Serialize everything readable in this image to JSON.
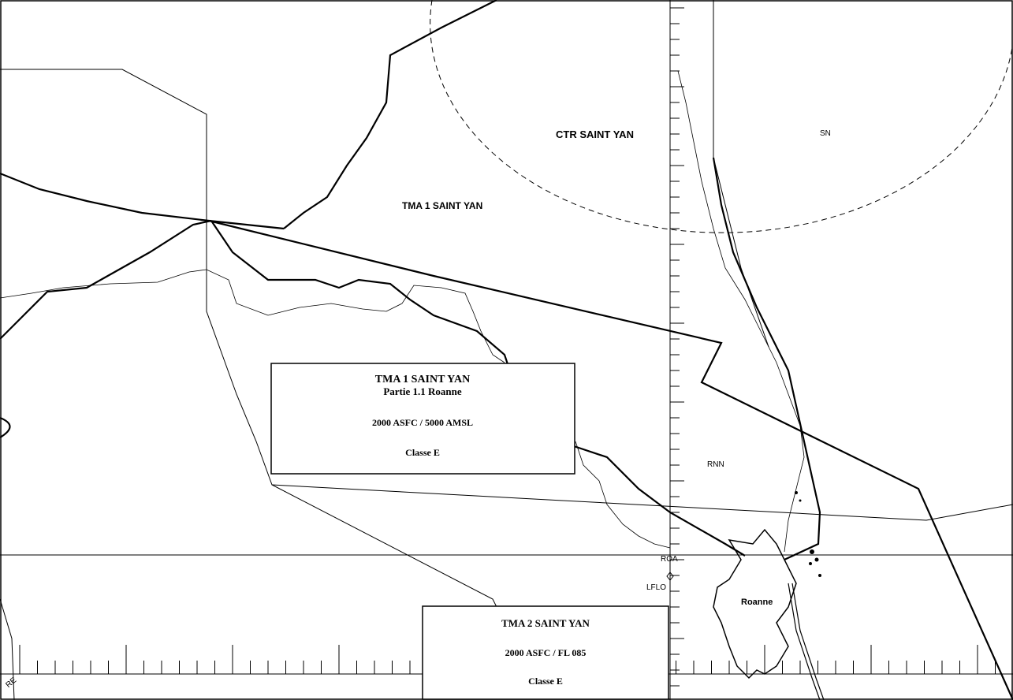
{
  "zones": {
    "ctr_label": "CTR SAINT YAN",
    "tma1_label": "TMA 1 SAINT YAN"
  },
  "points": {
    "sn": "SN",
    "rnn": "RNN",
    "roa": "ROA",
    "lflo": "LFLO",
    "roanne": "Roanne",
    "edge_fragment": "RE"
  },
  "box1": {
    "title": "TMA 1 SAINT YAN",
    "subtitle": "Partie 1.1  Roanne",
    "limits": "2000 ASFC / 5000 AMSL",
    "class": "Classe E"
  },
  "box2": {
    "title": "TMA 2 SAINT YAN",
    "limits": "2000 ASFC / FL 085",
    "class": "Classe E"
  }
}
